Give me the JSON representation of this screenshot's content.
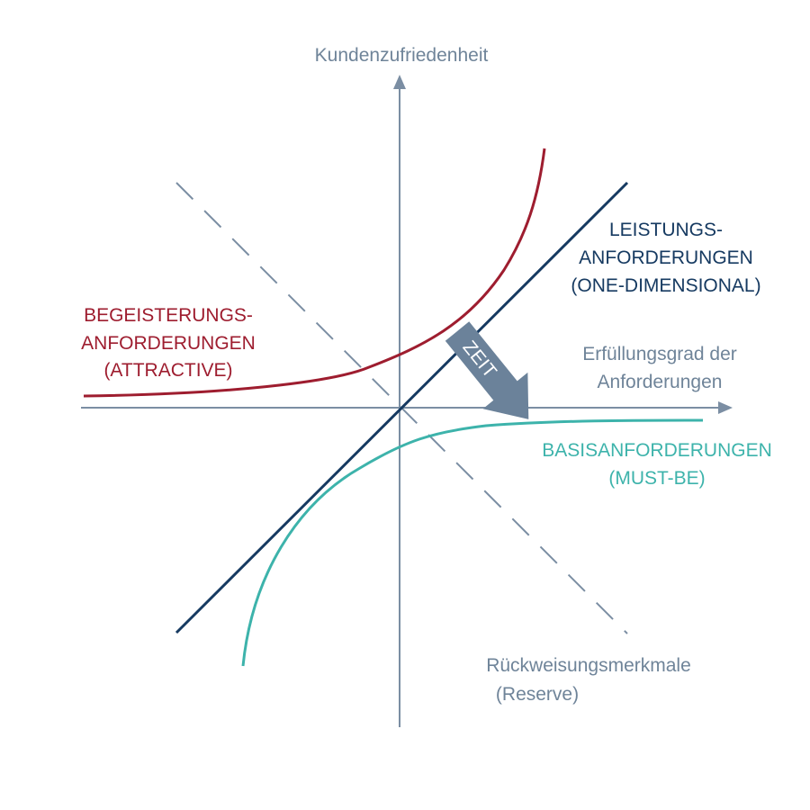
{
  "axes": {
    "y_label": "Kundenzufriedenheit",
    "x_label_lines": [
      "Erfüllungsgrad der",
      "Anforderungen"
    ]
  },
  "curves": {
    "attractive": {
      "lines": [
        "BEGEISTERUNGS-",
        "ANFORDERUNGEN",
        "(ATTRACTIVE)"
      ],
      "color": "#9e1d2f"
    },
    "one_dimensional": {
      "lines": [
        "LEISTUNGS-",
        "ANFORDERUNGEN",
        "(ONE-DIMENSIONAL)"
      ],
      "color": "#163a61"
    },
    "must_be": {
      "lines": [
        "BASISANFORDERUNGEN",
        "(MUST-BE)"
      ],
      "color": "#3db3ab"
    },
    "reverse": {
      "lines": [
        "Rückweisungsmerkmale",
        "(Reserve)"
      ],
      "color": "#6f8499"
    }
  },
  "time_arrow": {
    "label": "ZEIT",
    "color": "#6b829a"
  },
  "colors": {
    "axis": "#7b8ea3",
    "label_gray": "#6f8499"
  }
}
